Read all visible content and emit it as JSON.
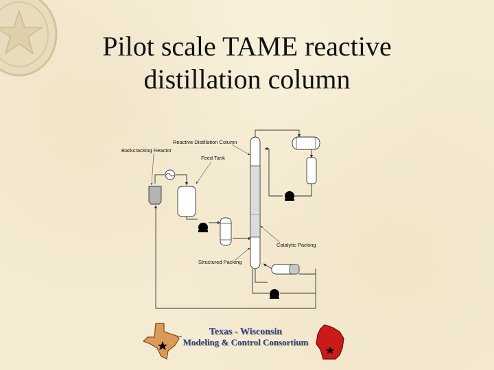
{
  "slide": {
    "title_line1": "Pilot scale TAME reactive",
    "title_line2": "distillation column"
  },
  "diagram": {
    "labels": {
      "reactive_column": "Reactive Distillation Column",
      "backcracking_reactor": "Backcracking Reactor",
      "feed_tank": "Feed Tank",
      "catalytic_packing": "Catalytic Packing",
      "structured_packing": "Structured Packing"
    },
    "colors": {
      "line": "#333333",
      "vessel_fill": "#ffffff",
      "reactor_fill": "#b4b4b4",
      "packing_fill": "#dcdcdc",
      "pump_fill": "#000000"
    }
  },
  "footer": {
    "line1": "Texas - Wisconsin",
    "line2": "Modeling & Control Consortium",
    "colors": {
      "text": "#2a3d8c",
      "texas_map": "#d99a5a",
      "wisconsin_map": "#cc1a1a"
    }
  }
}
